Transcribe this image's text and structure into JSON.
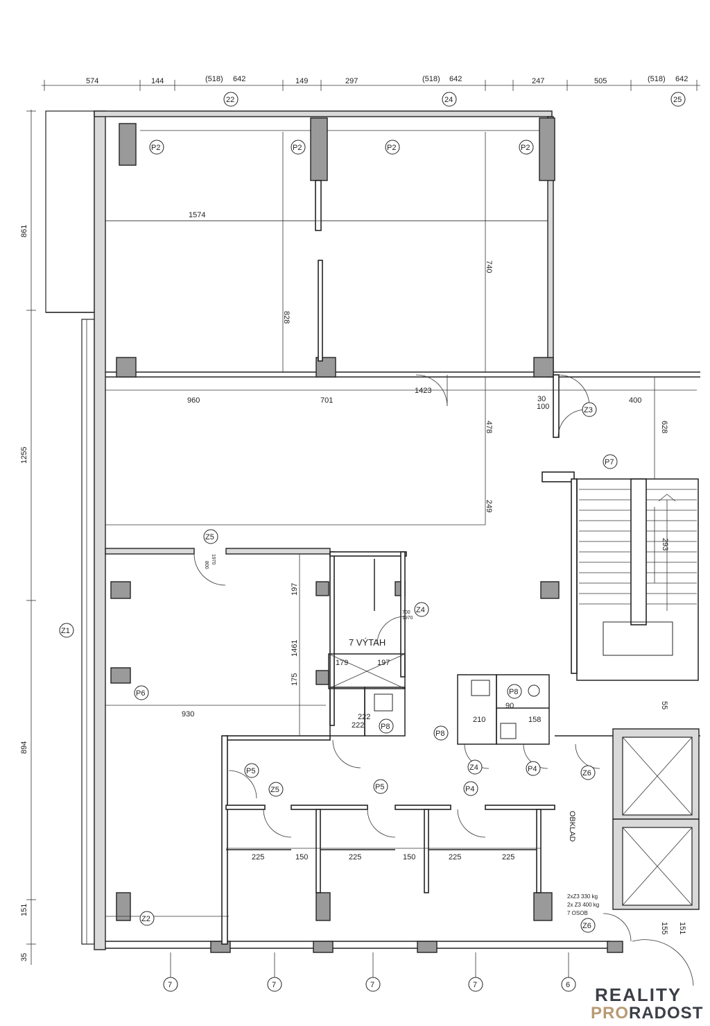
{
  "top_dims": [
    "574",
    "144",
    "(518)",
    "642",
    "149",
    "297",
    "(518)",
    "642",
    "247",
    "505",
    "(518)",
    "642"
  ],
  "axes_top": [
    "22",
    "24",
    "25"
  ],
  "axes_bottom": [
    "7",
    "7",
    "7",
    "7",
    "6"
  ],
  "left_dims": [
    "861",
    "1255",
    "894",
    "151",
    "35"
  ],
  "room_dims": {
    "d1574": "1574",
    "d740": "740",
    "d828": "828",
    "d960": "960",
    "d701": "701",
    "d1423": "1423",
    "d30": "30",
    "d100": "100",
    "d400": "400",
    "d628": "628",
    "d478": "478",
    "d249": "249",
    "d293": "293",
    "d197": "197",
    "d1461": "1461",
    "d175": "175",
    "d930": "930",
    "d222a": "222",
    "d222b": "222",
    "d210": "210",
    "d90": "90",
    "d158": "158",
    "d55": "55",
    "d225a": "225",
    "d150a": "150",
    "d225b": "225",
    "d150b": "150",
    "d225c": "225",
    "d225d": "225",
    "d155": "155",
    "d151": "151",
    "d179": "179",
    "d197b": "197"
  },
  "tags": {
    "p2": "P2",
    "p5": "P5",
    "p6": "P6",
    "p7": "P7",
    "p8": "P8",
    "p4": "P4",
    "z1": "Z1",
    "z2": "Z2",
    "z3": "Z3",
    "z4": "Z4",
    "z5": "Z5",
    "z6": "Z6"
  },
  "door_sizes": {
    "a": "800",
    "b": "1970",
    "c": "700",
    "d": "1970"
  },
  "labels": {
    "elevator": "7  VÝTAH",
    "obklad": "OBKLAD",
    "lift_spec": [
      "2xZ3 330 kg",
      "2x Z3 400 kg",
      "7  OSOB"
    ]
  },
  "brand": {
    "line1": "REALITY",
    "line2a": "PRO",
    "line2b": "RADOST"
  }
}
